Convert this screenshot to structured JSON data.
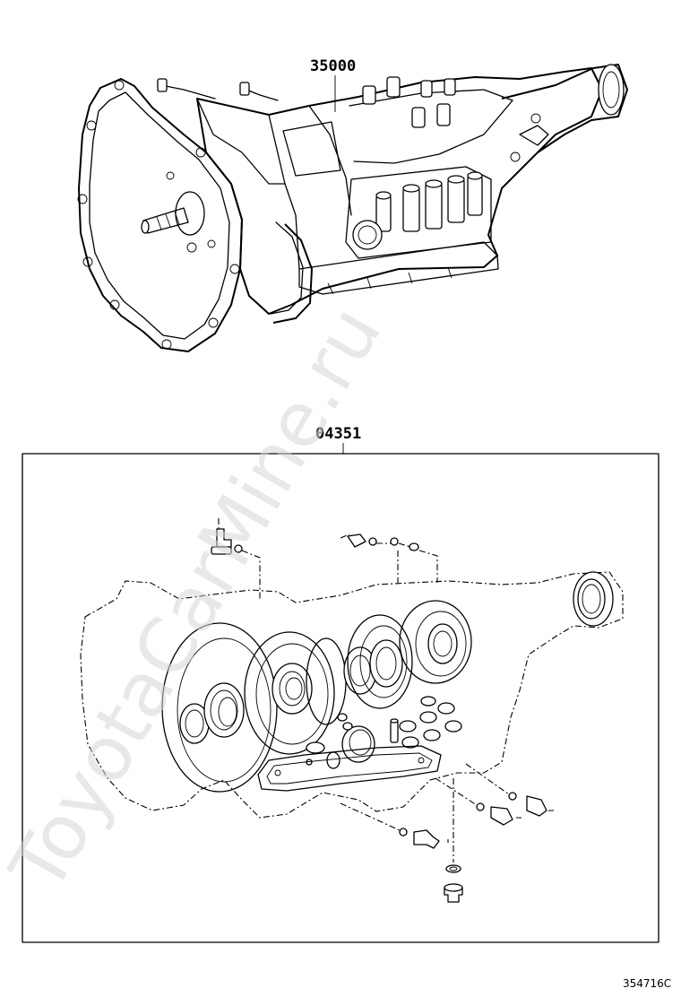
{
  "parts": {
    "transmission_assembly": {
      "number": "35000"
    },
    "overhaul_gasket_kit": {
      "number": "04351"
    }
  },
  "illustration_code": "354716C",
  "watermark": "ToyotaCarMine.ru"
}
